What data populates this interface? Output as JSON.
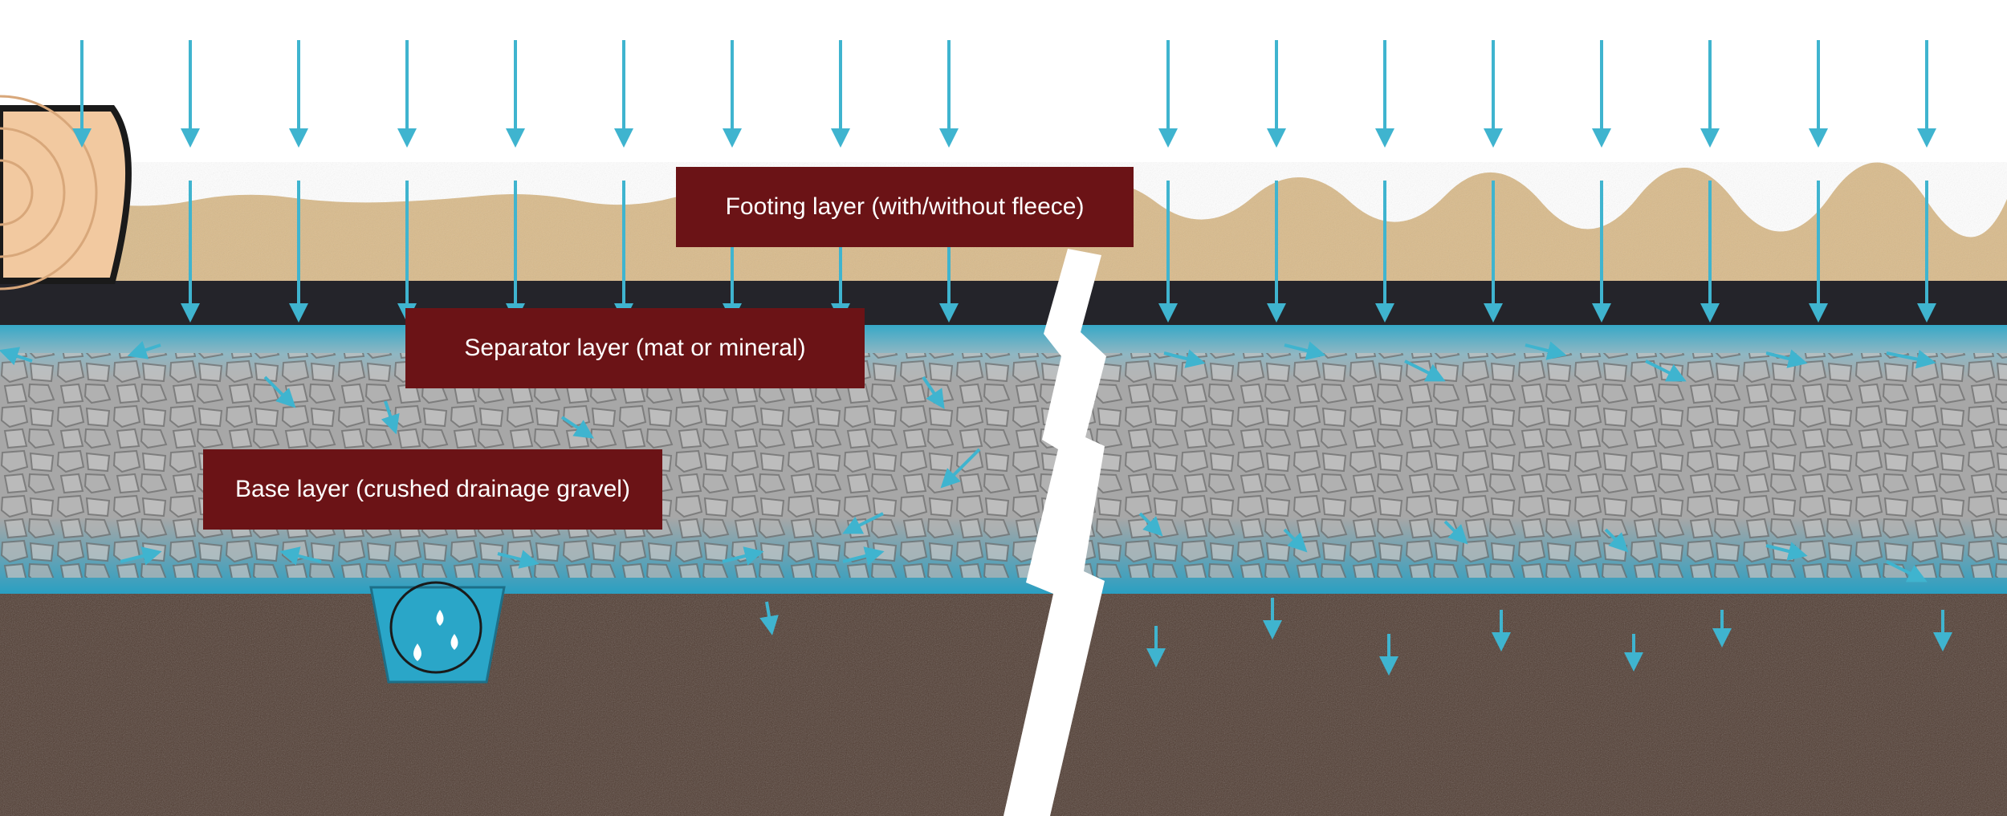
{
  "labels": {
    "footing": "Footing layer (with/without fleece)",
    "separator": "Separator layer (mat or mineral)",
    "base": "Base layer (crushed drainage gravel)"
  },
  "colors": {
    "footing_sand": "#d9bb8c",
    "separator_mat": "#24242a",
    "base_gravel": "#a3a3a3",
    "water": "#2aa6c8",
    "subsoil": "#4f3b31",
    "label_background": "#6b1316",
    "label_text": "#ffffff",
    "arrow": "#3fb4cf",
    "log_wood": "#f2c9a0"
  },
  "icons": {
    "log": "wooden-log-icon",
    "drain": "drain-pipe-icon",
    "rain_arrow": "arrow-down-icon",
    "break": "section-break-icon"
  }
}
